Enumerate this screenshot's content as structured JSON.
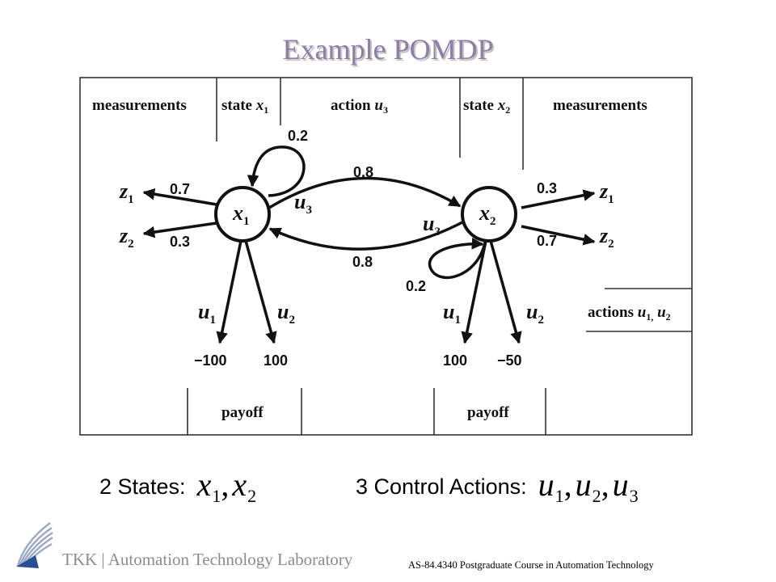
{
  "slide": {
    "title": "Example POMDP",
    "caption_states_label": "2 States:",
    "caption_actions_label": "3 Control Actions:",
    "states": [
      "x1",
      "x2"
    ],
    "actions": [
      "u1",
      "u2",
      "u3"
    ]
  },
  "diagram": {
    "headers": {
      "left_measurements": "measurements",
      "state1": "state x1",
      "action": "action u3",
      "state2": "state x2",
      "right_measurements": "measurements",
      "actions_box": "actions u1, u2",
      "payoff_left": "payoff",
      "payoff_right": "payoff"
    },
    "nodes": [
      {
        "id": "x1",
        "label": "x",
        "sub": "1"
      },
      {
        "id": "x2",
        "label": "x",
        "sub": "2"
      }
    ],
    "transitions": [
      {
        "from": "x1",
        "to": "x1",
        "action": "u3",
        "prob": "0.2"
      },
      {
        "from": "x1",
        "to": "x2",
        "action": "u3",
        "prob": "0.8"
      },
      {
        "from": "x2",
        "to": "x1",
        "action": "u3",
        "prob": "0.8"
      },
      {
        "from": "x2",
        "to": "x2",
        "action": "u3",
        "prob": "0.2"
      }
    ],
    "measurements": [
      {
        "state": "x1",
        "z": "z1",
        "prob": "0.7"
      },
      {
        "state": "x1",
        "z": "z2",
        "prob": "0.3"
      },
      {
        "state": "x2",
        "z": "z1",
        "prob": "0.3"
      },
      {
        "state": "x2",
        "z": "z2",
        "prob": "0.7"
      }
    ],
    "payoffs": [
      {
        "state": "x1",
        "action": "u1",
        "value": "−100"
      },
      {
        "state": "x1",
        "action": "u2",
        "value": "100"
      },
      {
        "state": "x2",
        "action": "u1",
        "value": "100"
      },
      {
        "state": "x2",
        "action": "u2",
        "value": "−50"
      }
    ]
  },
  "footer": {
    "lab": "TKK | Automation Technology Laboratory",
    "course": "AS-84.4340 Postgraduate Course in Automation Technology"
  }
}
